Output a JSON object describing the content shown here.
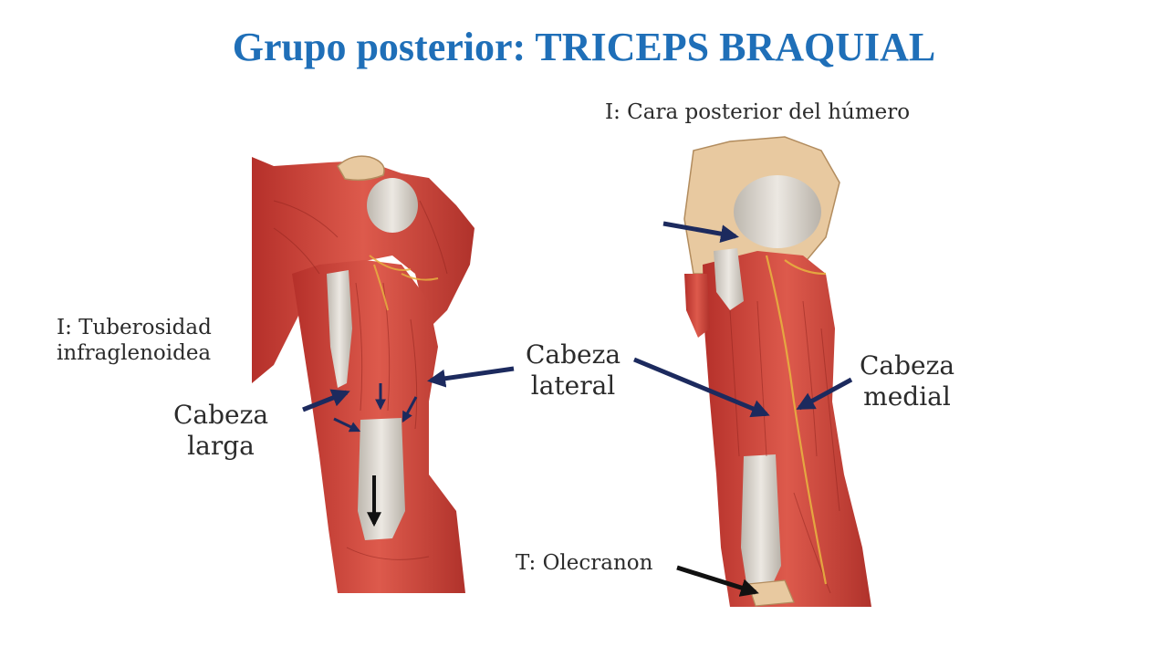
{
  "slide": {
    "title": "Grupo posterior: TRICEPS BRAQUIAL"
  },
  "labels": {
    "insertion_humerus": "I: Cara posterior del húmero",
    "insertion_tuberosity_line1": "I: Tuberosidad",
    "insertion_tuberosity_line2": "infraglenoidea",
    "long_head_line1": "Cabeza",
    "long_head_line2": "larga",
    "lateral_head_line1": "Cabeza",
    "lateral_head_line2": "lateral",
    "medial_head_line1": "Cabeza",
    "medial_head_line2": "medial",
    "olecranon": "T: Olecranon"
  },
  "colors": {
    "title": "#1f6fb8",
    "arrow_navy": "#1c2a5e",
    "arrow_black": "#111111",
    "muscle": "#c8433a",
    "tendon": "#d9d4cc",
    "bone": "#e8c9a0"
  }
}
